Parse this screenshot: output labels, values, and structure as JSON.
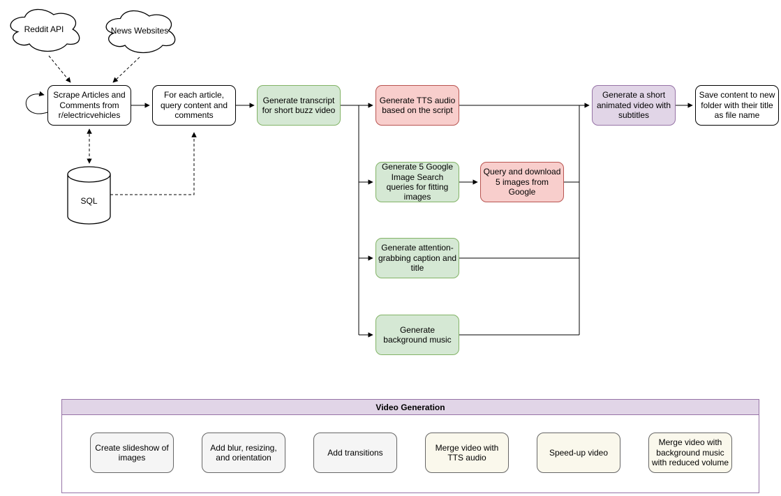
{
  "colors": {
    "green_fill": "#d5e8d4",
    "green_stroke": "#82b366",
    "red_fill": "#f8cecc",
    "red_stroke": "#b85450",
    "purple_fill": "#e1d5e7",
    "purple_stroke": "#9673a6",
    "gray_fill": "#f5f5f5",
    "gray_stroke": "#666666",
    "cream_fill": "#faf8ec",
    "cream_stroke": "#666666",
    "line": "#000000"
  },
  "sources": {
    "reddit": {
      "label": "Reddit API"
    },
    "news": {
      "label": "News Websites"
    }
  },
  "database": {
    "label": "SQL"
  },
  "nodes": {
    "scrape": {
      "label": "Scrape Articles and Comments from r/electricvehicles"
    },
    "foreach": {
      "label": "For each article, query content and comments"
    },
    "transcript": {
      "label": "Generate transcript for short buzz video"
    },
    "tts": {
      "label": "Generate TTS audio based on the script"
    },
    "image_queries": {
      "label": "Generate 5 Google Image Search queries for fitting images"
    },
    "download_images": {
      "label": "Query and download 5 images from Google"
    },
    "caption": {
      "label": "Generate attention-grabbing caption and title"
    },
    "music": {
      "label": "Generate background music"
    },
    "animated_video": {
      "label": "Generate a short animated video with subtitles"
    },
    "save": {
      "label": "Save content to new folder with their title as file name"
    }
  },
  "video_generation": {
    "title": "Video Generation",
    "steps": [
      {
        "label": "Create slideshow of images"
      },
      {
        "label": "Add blur, resizing, and orientation"
      },
      {
        "label": "Add transitions"
      },
      {
        "label": "Merge video with TTS audio"
      },
      {
        "label": "Speed-up video"
      },
      {
        "label": "Merge video with background music with reduced volume"
      }
    ]
  }
}
